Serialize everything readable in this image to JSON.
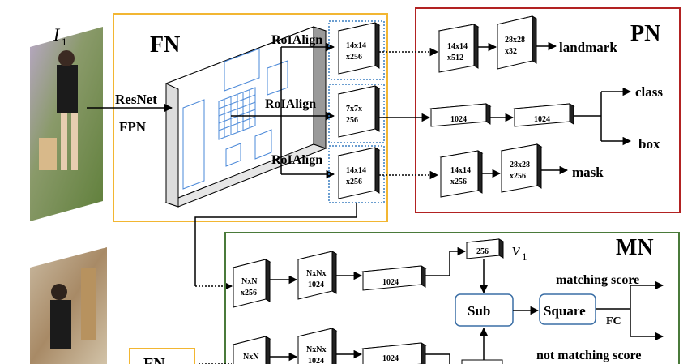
{
  "photo_top_label": "I",
  "photo_top_sub": "1",
  "v1_label": "v",
  "v1_sub": "1",
  "fn": {
    "title": "FN",
    "resnet": "ResNet",
    "fpn": "FPN",
    "roialign_1": "RoIAlign",
    "roialign_2": "RoIAlign",
    "roialign_3": "RoIAlign",
    "feat_1_a": "14x14",
    "feat_1_b": "x256",
    "feat_2_a": "7x7x",
    "feat_2_b": "256",
    "feat_3_a": "14x14",
    "feat_3_b": "x256"
  },
  "pn": {
    "title": "PN",
    "lm_1_a": "14x14",
    "lm_1_b": "x512",
    "lm_2_a": "28x28",
    "lm_2_b": "x32",
    "landmark": "landmark",
    "fc_1": "1024",
    "fc_2": "1024",
    "class": "class",
    "box": "box",
    "mask_1_a": "14x14",
    "mask_1_b": "x256",
    "mask_2_a": "28x28",
    "mask_2_b": "x256",
    "mask": "mask"
  },
  "mn": {
    "title": "MN",
    "r1_a1": "NxN",
    "r1_a2": "x256",
    "r1_b1": "NxNx",
    "r1_b2": "1024",
    "r1_c": "1024",
    "v1_box": "256",
    "r2_a1": "NxN",
    "r2_b1": "NxNx",
    "r2_b2": "1024",
    "r2_c": "1024",
    "sub": "Sub",
    "square": "Square",
    "fc": "FC",
    "matching": "matching score",
    "not_matching": "not matching score"
  },
  "fn_small_label": "FN",
  "colors": {
    "fn_border": "#f2b632",
    "pn_border": "#b22222",
    "mn_border": "#4a7a3a",
    "roi_dots": "#3a7fc1",
    "op_box": "#3a6ea5",
    "grid": "#4a88d8"
  }
}
